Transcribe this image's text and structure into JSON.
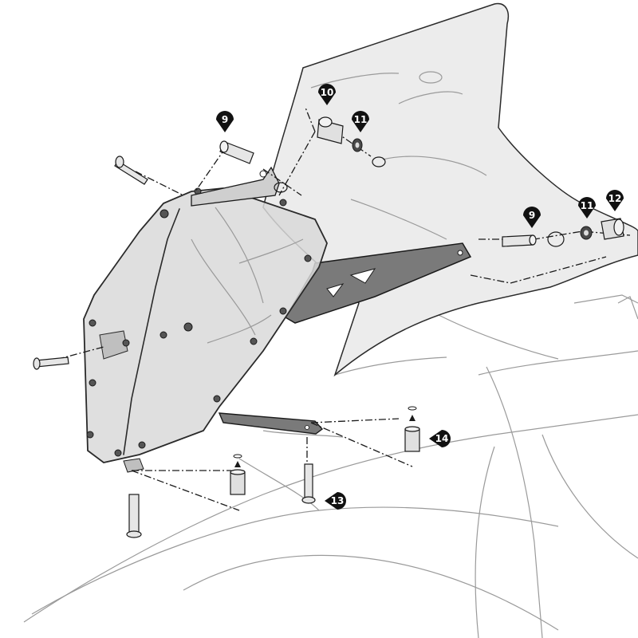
{
  "colors": {
    "screen_fill": "#d9d9d9",
    "bracket_fill": "#7a7a7a",
    "callout_fill": "#111111",
    "callout_text": "#ffffff"
  },
  "callouts": [
    {
      "id": "c9a",
      "label": "9",
      "part": "spacer-bolt-left"
    },
    {
      "id": "c10",
      "label": "10",
      "part": "spacer-tube"
    },
    {
      "id": "c11a",
      "label": "11",
      "part": "washer-upper"
    },
    {
      "id": "c9b",
      "label": "9",
      "part": "spacer-bolt-right"
    },
    {
      "id": "c11b",
      "label": "11",
      "part": "washer-right"
    },
    {
      "id": "c12",
      "label": "12",
      "part": "spacer-cap"
    },
    {
      "id": "c13",
      "label": "13",
      "part": "lower-bolt"
    },
    {
      "id": "c14",
      "label": "14",
      "part": "rubber-spacer"
    }
  ]
}
